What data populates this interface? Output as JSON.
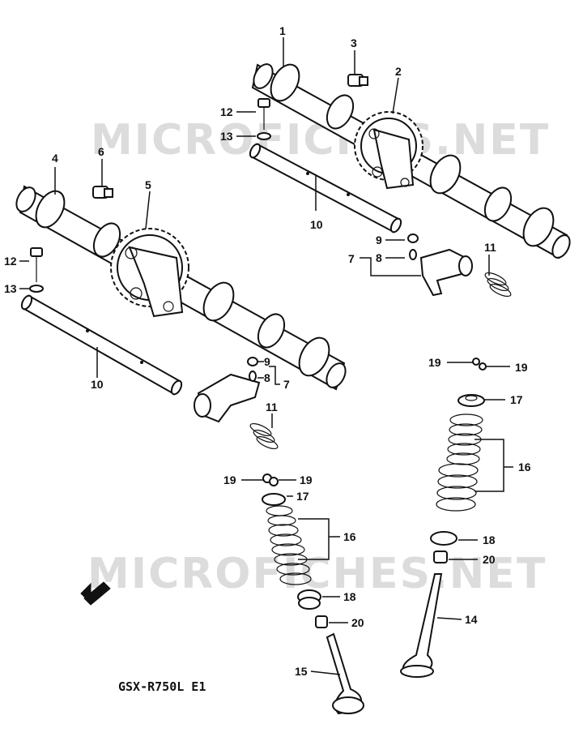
{
  "watermarks": [
    "MICROFICHES.NET",
    "MICROFICHES.NET"
  ],
  "model_label": "GSX-R750L E1",
  "callouts": {
    "c1": "1",
    "c2": "2",
    "c3": "3",
    "c4": "4",
    "c5": "5",
    "c6": "6",
    "c7a": "7",
    "c7b": "7",
    "c8a": "8",
    "c8b": "8",
    "c9a": "9",
    "c9b": "9",
    "c10a": "10",
    "c10b": "10",
    "c11a": "11",
    "c11b": "11",
    "c12a": "12",
    "c12b": "12",
    "c13a": "13",
    "c13b": "13",
    "c14": "14",
    "c15": "15",
    "c16a": "16",
    "c16b": "16",
    "c17a": "17",
    "c17b": "17",
    "c18a": "18",
    "c18b": "18",
    "c19a": "19",
    "c19b": "19",
    "c19c": "19",
    "c19d": "19",
    "c20a": "20",
    "c20b": "20"
  }
}
